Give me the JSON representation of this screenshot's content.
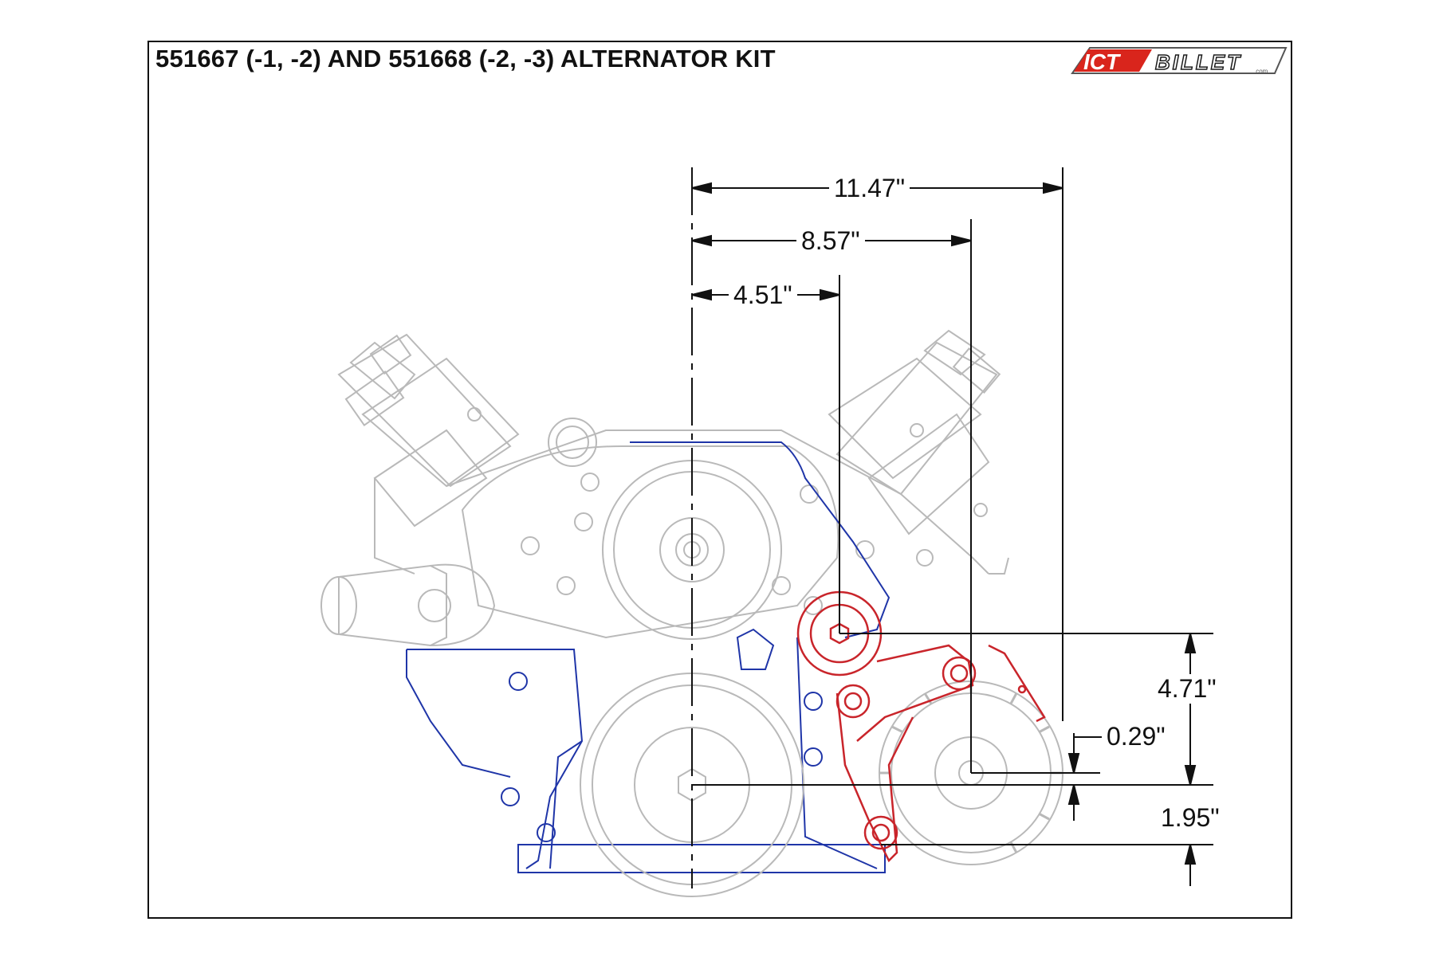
{
  "title": "551667 (-1, -2) AND 551668 (-2, -3) ALTERNATOR KIT",
  "logo": {
    "brand": "ICT",
    "word": "BILLET",
    "suffix": ".com",
    "colors": {
      "red": "#d9251c",
      "dark": "#1a1a1a"
    }
  },
  "dimensions": {
    "d1": "11.47\"",
    "d2": "8.57\"",
    "d3": "4.51\"",
    "d4": "4.71\"",
    "d5": "0.29\"",
    "d6": "1.95\""
  },
  "colors": {
    "engine": "#b9b9b9",
    "engine_dark": "#7a7a7a",
    "timing_cover": "#1f35a8",
    "bracket": "#c9252b",
    "dimension": "#111111"
  }
}
